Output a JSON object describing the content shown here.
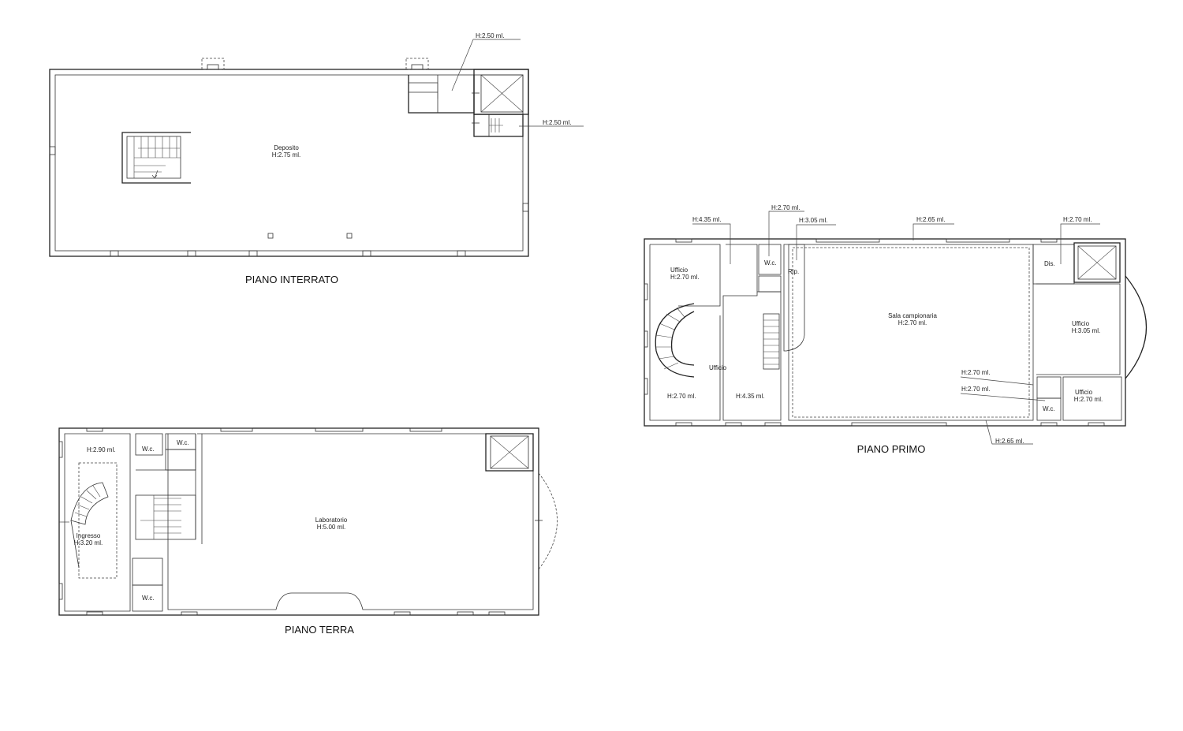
{
  "plans": {
    "interrato": {
      "title": "PIANO INTERRATO",
      "deposito": [
        "Deposito",
        "H:2.75 ml."
      ],
      "callout_top": "H:2.50 ml.",
      "callout_right": "H:2.50 ml."
    },
    "terra": {
      "title": "PIANO TERRA",
      "h290": "H:2.90 ml.",
      "wc1": "W.c.",
      "wc2": "W.c.",
      "wc3": "W.c.",
      "ingresso": [
        "Ingresso",
        "H:3.20 ml."
      ],
      "laboratorio": [
        "Laboratorio",
        "H:5.00 ml."
      ]
    },
    "primo": {
      "title": "PIANO PRIMO",
      "callout_h435": "H:4.35 ml.",
      "callout_h270a": "H:2.70 ml.",
      "callout_h305": "H:3.05 ml.",
      "callout_h265a": "H:2.65 ml.",
      "callout_h270b": "H:2.70 ml.",
      "ufficio1": [
        "Ufficio",
        "H:2.70 ml."
      ],
      "wc_a": "W.c.",
      "rip": "Rip.",
      "dis": "Dis.",
      "sala": [
        "Sala campionaria",
        "H:2.70 ml."
      ],
      "ufficio_right": [
        "Ufficio",
        "H:3.05 ml."
      ],
      "ufficio_mid": "Ufficio",
      "h270_low": "H:2.70 ml.",
      "h435_low": "H:4.35 ml.",
      "callout_h270c": "H:2.70 ml.",
      "callout_h270d": "H:2.70 ml.",
      "wc_b": "W.c.",
      "ufficio_small": [
        "Ufficio",
        "H:2.70 ml."
      ],
      "callout_h265b": "H:2.65 ml."
    }
  }
}
